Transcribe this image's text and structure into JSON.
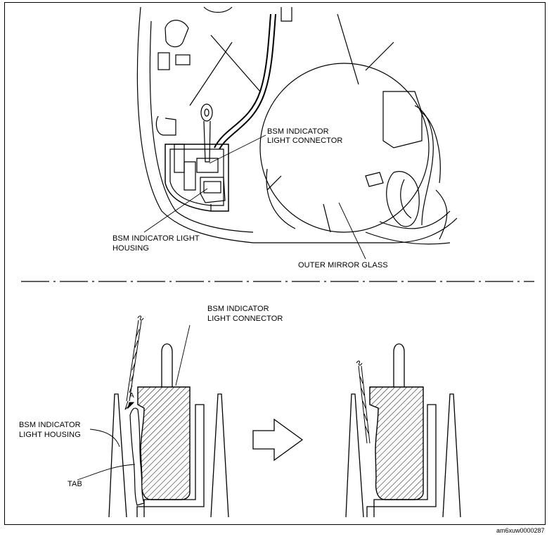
{
  "top_view": {
    "connector_label_line1": "BSM INDICATOR",
    "connector_label_line2": "LIGHT CONNECTOR",
    "housing_label_line1": "BSM INDICATOR LIGHT",
    "housing_label_line2": "HOUSING",
    "glass_label": "OUTER MIRROR GLASS"
  },
  "bottom_view": {
    "connector_label_line1": "BSM INDICATOR",
    "connector_label_line2": "LIGHT CONNECTOR",
    "housing_label_line1": "BSM INDICATOR",
    "housing_label_line2": "LIGHT HOUSING",
    "tab_label": "TAB",
    "marker_a": "A"
  },
  "figure_code": "am6xuw0000287"
}
